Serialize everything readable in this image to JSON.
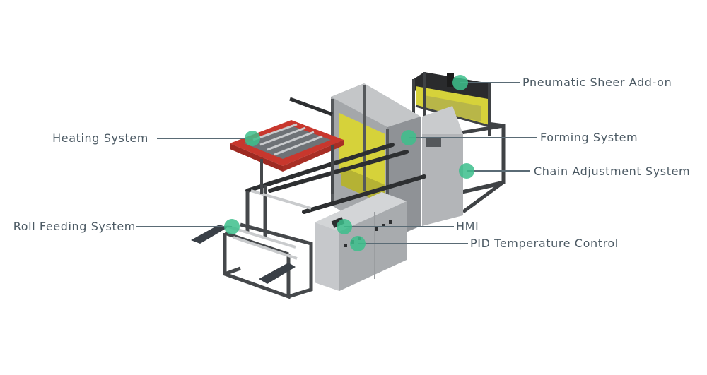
{
  "diagram": {
    "labels": [
      {
        "id": "pneumatic-sheer",
        "text": "Pneumatic Sheer Add-on"
      },
      {
        "id": "heating-system",
        "text": "Heating System"
      },
      {
        "id": "forming-system",
        "text": "Forming System"
      },
      {
        "id": "chain-adjustment",
        "text": "Chain Adjustment System"
      },
      {
        "id": "roll-feeding",
        "text": "Roll Feeding System"
      },
      {
        "id": "hmi",
        "text": "HMI"
      },
      {
        "id": "pid-temperature",
        "text": "PID Temperature Control"
      }
    ],
    "colors": {
      "label_text": "#4c5a64",
      "leader_line": "#5a6b75",
      "marker": "#3dbf8c",
      "frame": "#4a4d50",
      "panel_gray": "#b8babd",
      "heater_red": "#c8372d",
      "mold_yellow": "#d6d23a"
    }
  }
}
